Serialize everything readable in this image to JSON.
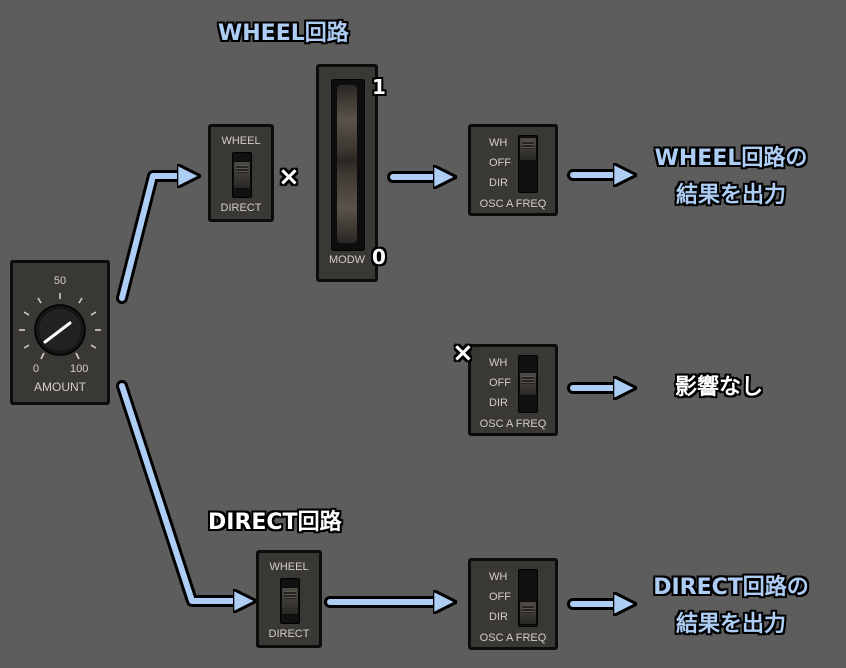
{
  "labels": {
    "wheel_circuit": "WHEEL回路",
    "direct_circuit": "DIRECT回路",
    "wheel_result_line1": "WHEEL回路の",
    "wheel_result_line2": "結果を出力",
    "no_effect": "影響なし",
    "direct_result_line1": "DIRECT回路の",
    "direct_result_line2": "結果を出力",
    "multiply": "×",
    "disabled": "×"
  },
  "amount_knob": {
    "top_label": "50",
    "min_label": "0",
    "max_label": "100",
    "name": "AMOUNT"
  },
  "wheel_direct_switch_top": {
    "top_label": "WHEEL",
    "bottom_label": "DIRECT",
    "position": "middle"
  },
  "wheel_direct_switch_bottom": {
    "top_label": "WHEEL",
    "bottom_label": "DIRECT",
    "position": "middle"
  },
  "mod_wheel": {
    "name": "MODW",
    "max_label": "1",
    "min_label": "0"
  },
  "osc_switch_wheel": {
    "opt1": "WH",
    "opt2": "OFF",
    "opt3": "DIR",
    "name": "OSC A FREQ",
    "selected": "WH"
  },
  "osc_switch_off": {
    "opt1": "WH",
    "opt2": "OFF",
    "opt3": "DIR",
    "name": "OSC A FREQ",
    "selected": "OFF"
  },
  "osc_switch_direct": {
    "opt1": "WH",
    "opt2": "OFF",
    "opt3": "DIR",
    "name": "OSC A FREQ",
    "selected": "DIR"
  },
  "colors": {
    "background": "#5d5d5d",
    "arrow": "#aecdf5",
    "panel": "#3a3834"
  }
}
